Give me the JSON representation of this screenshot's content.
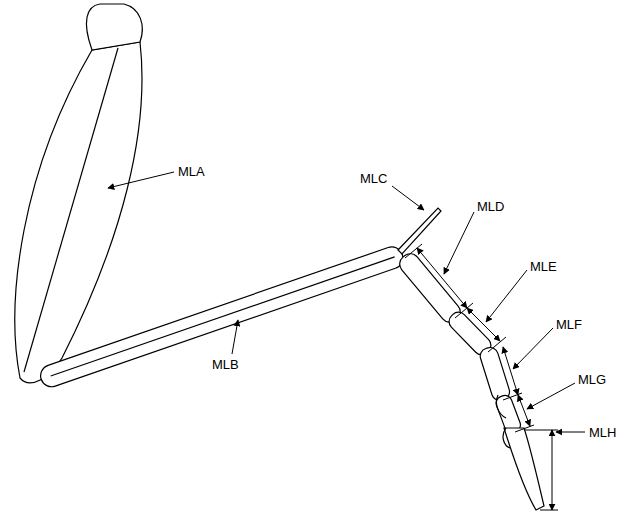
{
  "diagram": {
    "labels": [
      "MLA",
      "MLB",
      "MLC",
      "MLD",
      "MLE",
      "MLF",
      "MLG",
      "MLH"
    ]
  }
}
